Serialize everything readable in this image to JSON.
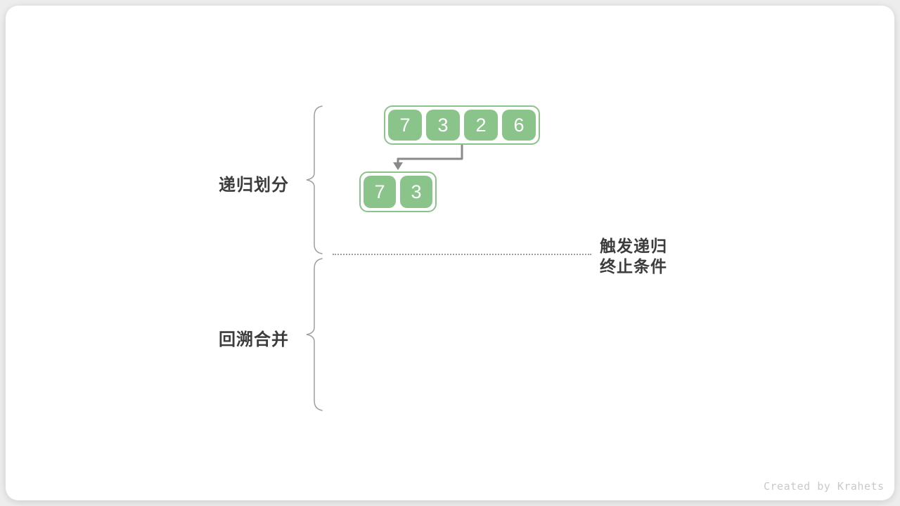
{
  "colors": {
    "green": "#8BC48B",
    "arrow": "#8A8A8A",
    "ink": "#3C3C3C",
    "muted": "#9E9E9E",
    "watermark": "#C9C9C9",
    "card": "#FFFFFF",
    "backdrop": "#EDEDED"
  },
  "left_labels": {
    "divide": "递归划分",
    "merge": "回溯合并"
  },
  "termination": {
    "line1": "触发递归",
    "line2": "终止条件"
  },
  "arrays": {
    "top": {
      "values": [
        "7",
        "3",
        "2",
        "6"
      ]
    },
    "bottom": {
      "values": [
        "7",
        "3"
      ]
    }
  },
  "watermark": "Created by Krahets"
}
